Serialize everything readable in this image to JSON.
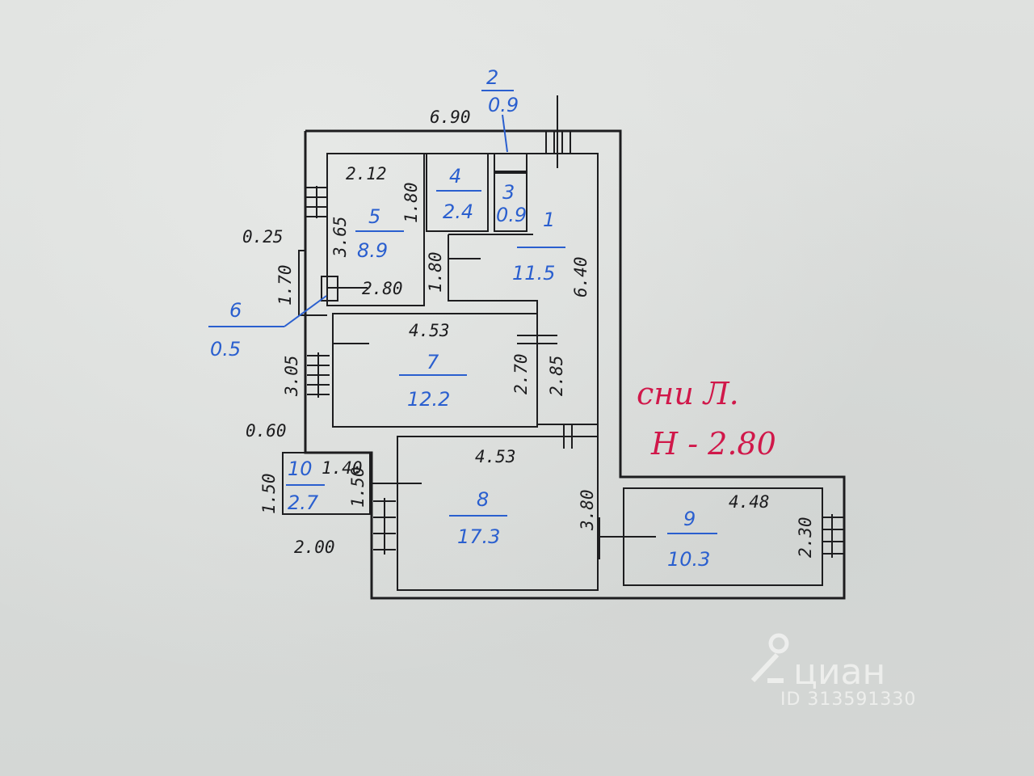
{
  "plan": {
    "outer_width": "6.90",
    "rooms": [
      {
        "num": "1",
        "area": "11.5"
      },
      {
        "num": "2",
        "area": "0.9"
      },
      {
        "num": "3",
        "area": "0.9"
      },
      {
        "num": "4",
        "area": "2.4"
      },
      {
        "num": "5",
        "area": "8.9"
      },
      {
        "num": "6",
        "area": "0.5"
      },
      {
        "num": "7",
        "area": "12.2"
      },
      {
        "num": "8",
        "area": "17.3"
      },
      {
        "num": "9",
        "area": "10.3"
      },
      {
        "num": "10",
        "area": "2.7"
      }
    ],
    "dimensions": {
      "r5_top": "2.12",
      "r5_left": "3.65",
      "r5_right": "1.80",
      "r5_bottom": "2.80",
      "r1_right": "6.40",
      "mid": "1.80",
      "left_025": "0.25",
      "left_170": "1.70",
      "r7_top": "4.53",
      "r7_right": "2.70",
      "left_305": "3.05",
      "corr_285": "2.85",
      "left_060": "0.60",
      "r8_top": "4.53",
      "r8_right": "3.80",
      "r10_top": "1.40",
      "r10_left": "1.50",
      "r10_right": "1.50",
      "r10_bottom": "2.00",
      "r9_top": "4.48",
      "r9_right": "2.30"
    }
  },
  "annotation": {
    "line1": "сни Л.",
    "line2": "Н - 2.80"
  },
  "watermark": {
    "brand": "циан",
    "id": "ID 313591330"
  },
  "colors": {
    "ink": "#1d1d1f",
    "room_label": "#2a5fcf",
    "annotation": "#d0184a",
    "paper": "#dadcda"
  }
}
